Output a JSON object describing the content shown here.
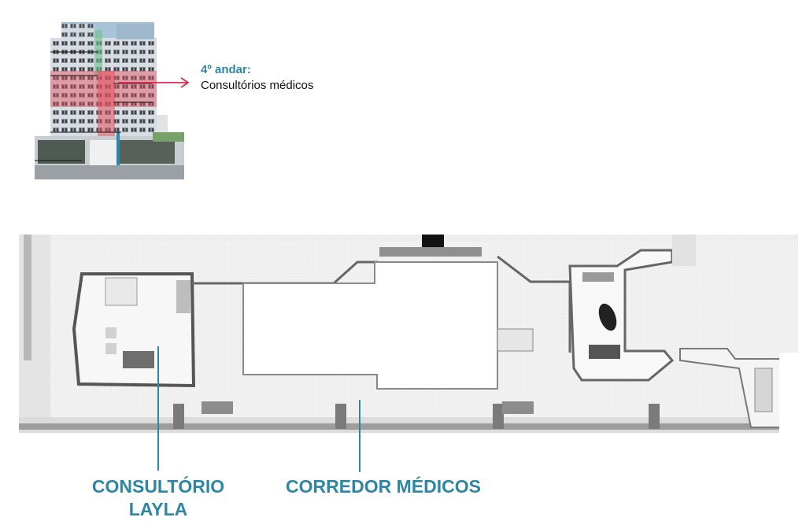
{
  "floor_callout": {
    "title": "4º andar:",
    "description": "Consultórios médicos",
    "arrow_color": "#e0284e",
    "title_color": "#2e86a5"
  },
  "plan_labels": {
    "consultorio_line1": "CONSULTÓRIO",
    "consultorio_line2": "LAYLA",
    "corredor": "CORREDOR MÉDICOS",
    "color": "#2e86a5"
  }
}
